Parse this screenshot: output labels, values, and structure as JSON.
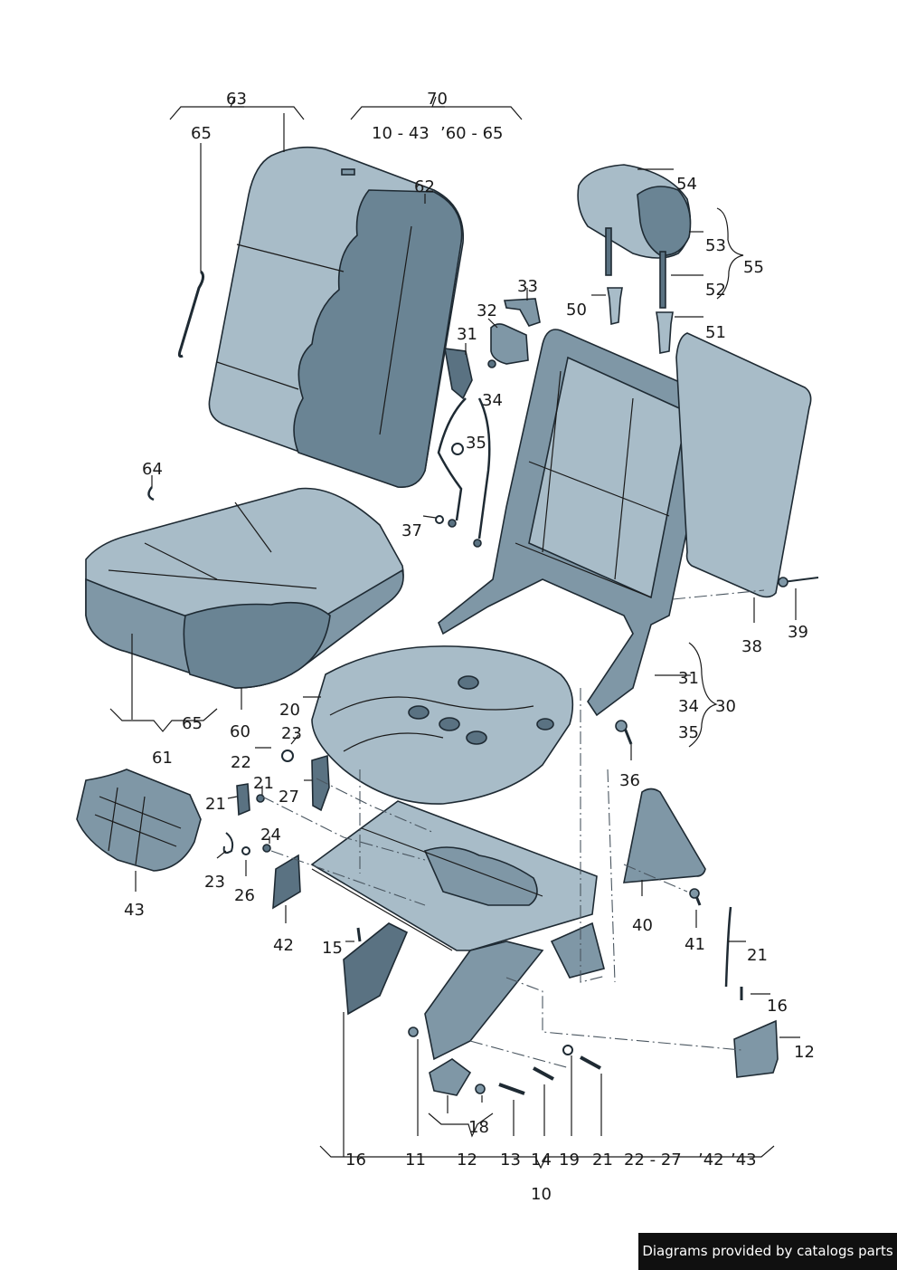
{
  "callouts": {
    "c63": "63",
    "c70": "70",
    "c65a": "65",
    "grp_70_a": "10 - 43",
    "grp_70_b": "’60 - 65",
    "c62": "62",
    "c54": "54",
    "c53": "53",
    "c55": "55",
    "c52": "52",
    "c33": "33",
    "c32": "32",
    "c50": "50",
    "c51": "51",
    "c31a": "31",
    "c34a": "34",
    "c35a": "35",
    "c64": "64",
    "c37": "37",
    "c39": "39",
    "c38": "38",
    "c31b": "31",
    "c34b": "34",
    "c30": "30",
    "c35b": "35",
    "c20": "20",
    "c65b": "65",
    "c60": "60",
    "c61": "61",
    "c22": "22",
    "c23a": "23",
    "c21a": "21",
    "c21b": "21",
    "c27": "27",
    "c36": "36",
    "c24": "24",
    "c23b": "23",
    "c26": "26",
    "c43a": "43",
    "c42": "42",
    "c15": "15",
    "c40": "40",
    "c41": "41",
    "c21c": "21",
    "c16a": "16",
    "c12a": "12",
    "c18": "18",
    "b16": "16",
    "b11": "11",
    "b12": "12",
    "b13": "13",
    "b14": "14",
    "b19": "19",
    "b21": "21",
    "b22_27": "22 - 27",
    "b42": "’42",
    "b43": "’43",
    "c10": "10"
  },
  "footer": {
    "credit": "Diagrams provided by catalogs parts"
  }
}
